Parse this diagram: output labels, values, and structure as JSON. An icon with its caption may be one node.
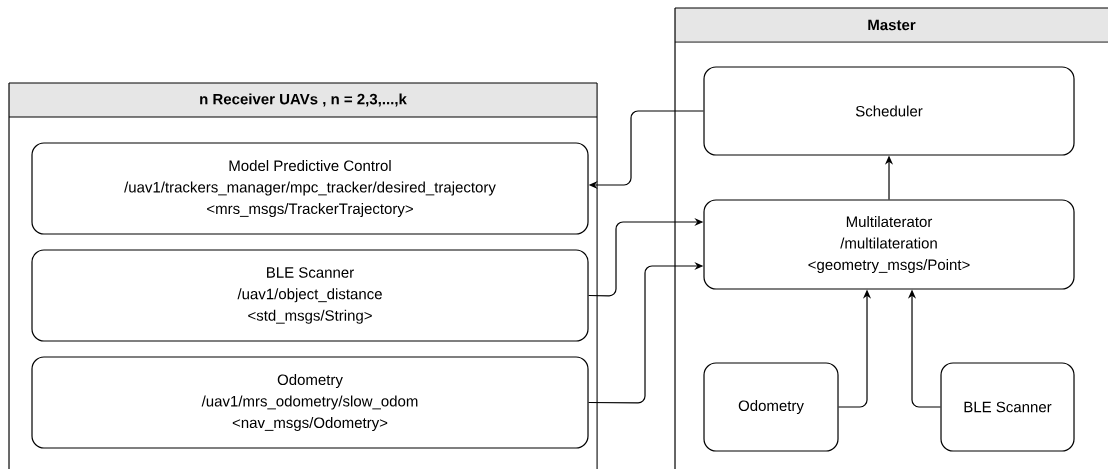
{
  "diagram": {
    "nodes": [
      {
        "text": [
          "n Receiver UAVs , n = 2,3,...,k"
        ]
      },
      {
        "text": [
          "Model Predictive Control",
          "/uav1/trackers_manager/mpc_tracker/desired_trajectory",
          "<mrs_msgs/TrackerTrajectory>"
        ],
        "in": 0
      },
      {
        "text": [
          "BLE Scanner",
          "/uav1/object_distance",
          "<std_msgs/String>"
        ],
        "in": 0
      },
      {
        "text": [
          "Odometry",
          "/uav1/mrs_odometry/slow_odom",
          "<nav_msgs/Odometry>"
        ],
        "in": 0
      },
      {
        "text": [
          "Master"
        ]
      },
      {
        "text": [
          "Scheduler"
        ],
        "in": 4
      },
      {
        "text": [
          "Multilaterator",
          "/multilateration",
          "<geometry_msgs/Point>"
        ],
        "in": 4
      },
      {
        "text": [
          "Odometry"
        ],
        "in": 4
      },
      {
        "text": [
          "BLE Scanner"
        ],
        "in": 4
      }
    ],
    "edges": [
      {
        "from": 5,
        "to": 1,
        "arrow": "to"
      },
      {
        "from": 2,
        "to": 6,
        "arrow": "to"
      },
      {
        "from": 3,
        "to": 6,
        "arrow": "to"
      },
      {
        "from": 6,
        "to": 5,
        "arrow": "to"
      },
      {
        "from": 7,
        "to": 6,
        "arrow": "to"
      },
      {
        "from": 8,
        "to": 6,
        "arrow": "to"
      }
    ]
  }
}
